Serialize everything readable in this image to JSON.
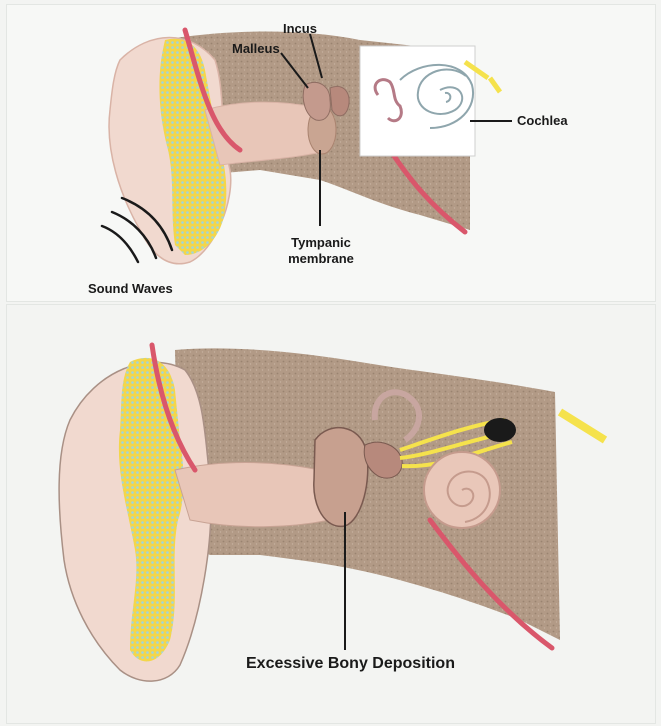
{
  "labels": {
    "incus": "Incus",
    "malleus": "Malleus",
    "cochlea": "Cochlea",
    "tympanic_line1": "Tympanic",
    "tympanic_line2": "membrane",
    "sound_waves": "Sound Waves",
    "excessive_bony": "Excessive Bony Deposition"
  },
  "colors": {
    "skin": "#f1d9cf",
    "skin_dark": "#d9b3a6",
    "bone": "#b29a86",
    "bone_speckle": "#9a8370",
    "canal": "#e8c6b8",
    "cartilage": "#f3d64b",
    "blue_tissue": "#9fd6dd",
    "nerve": "#f5e24c",
    "vessel": "#d9576b",
    "ossicle": "#c49a8d",
    "line": "#1a1a1a"
  }
}
